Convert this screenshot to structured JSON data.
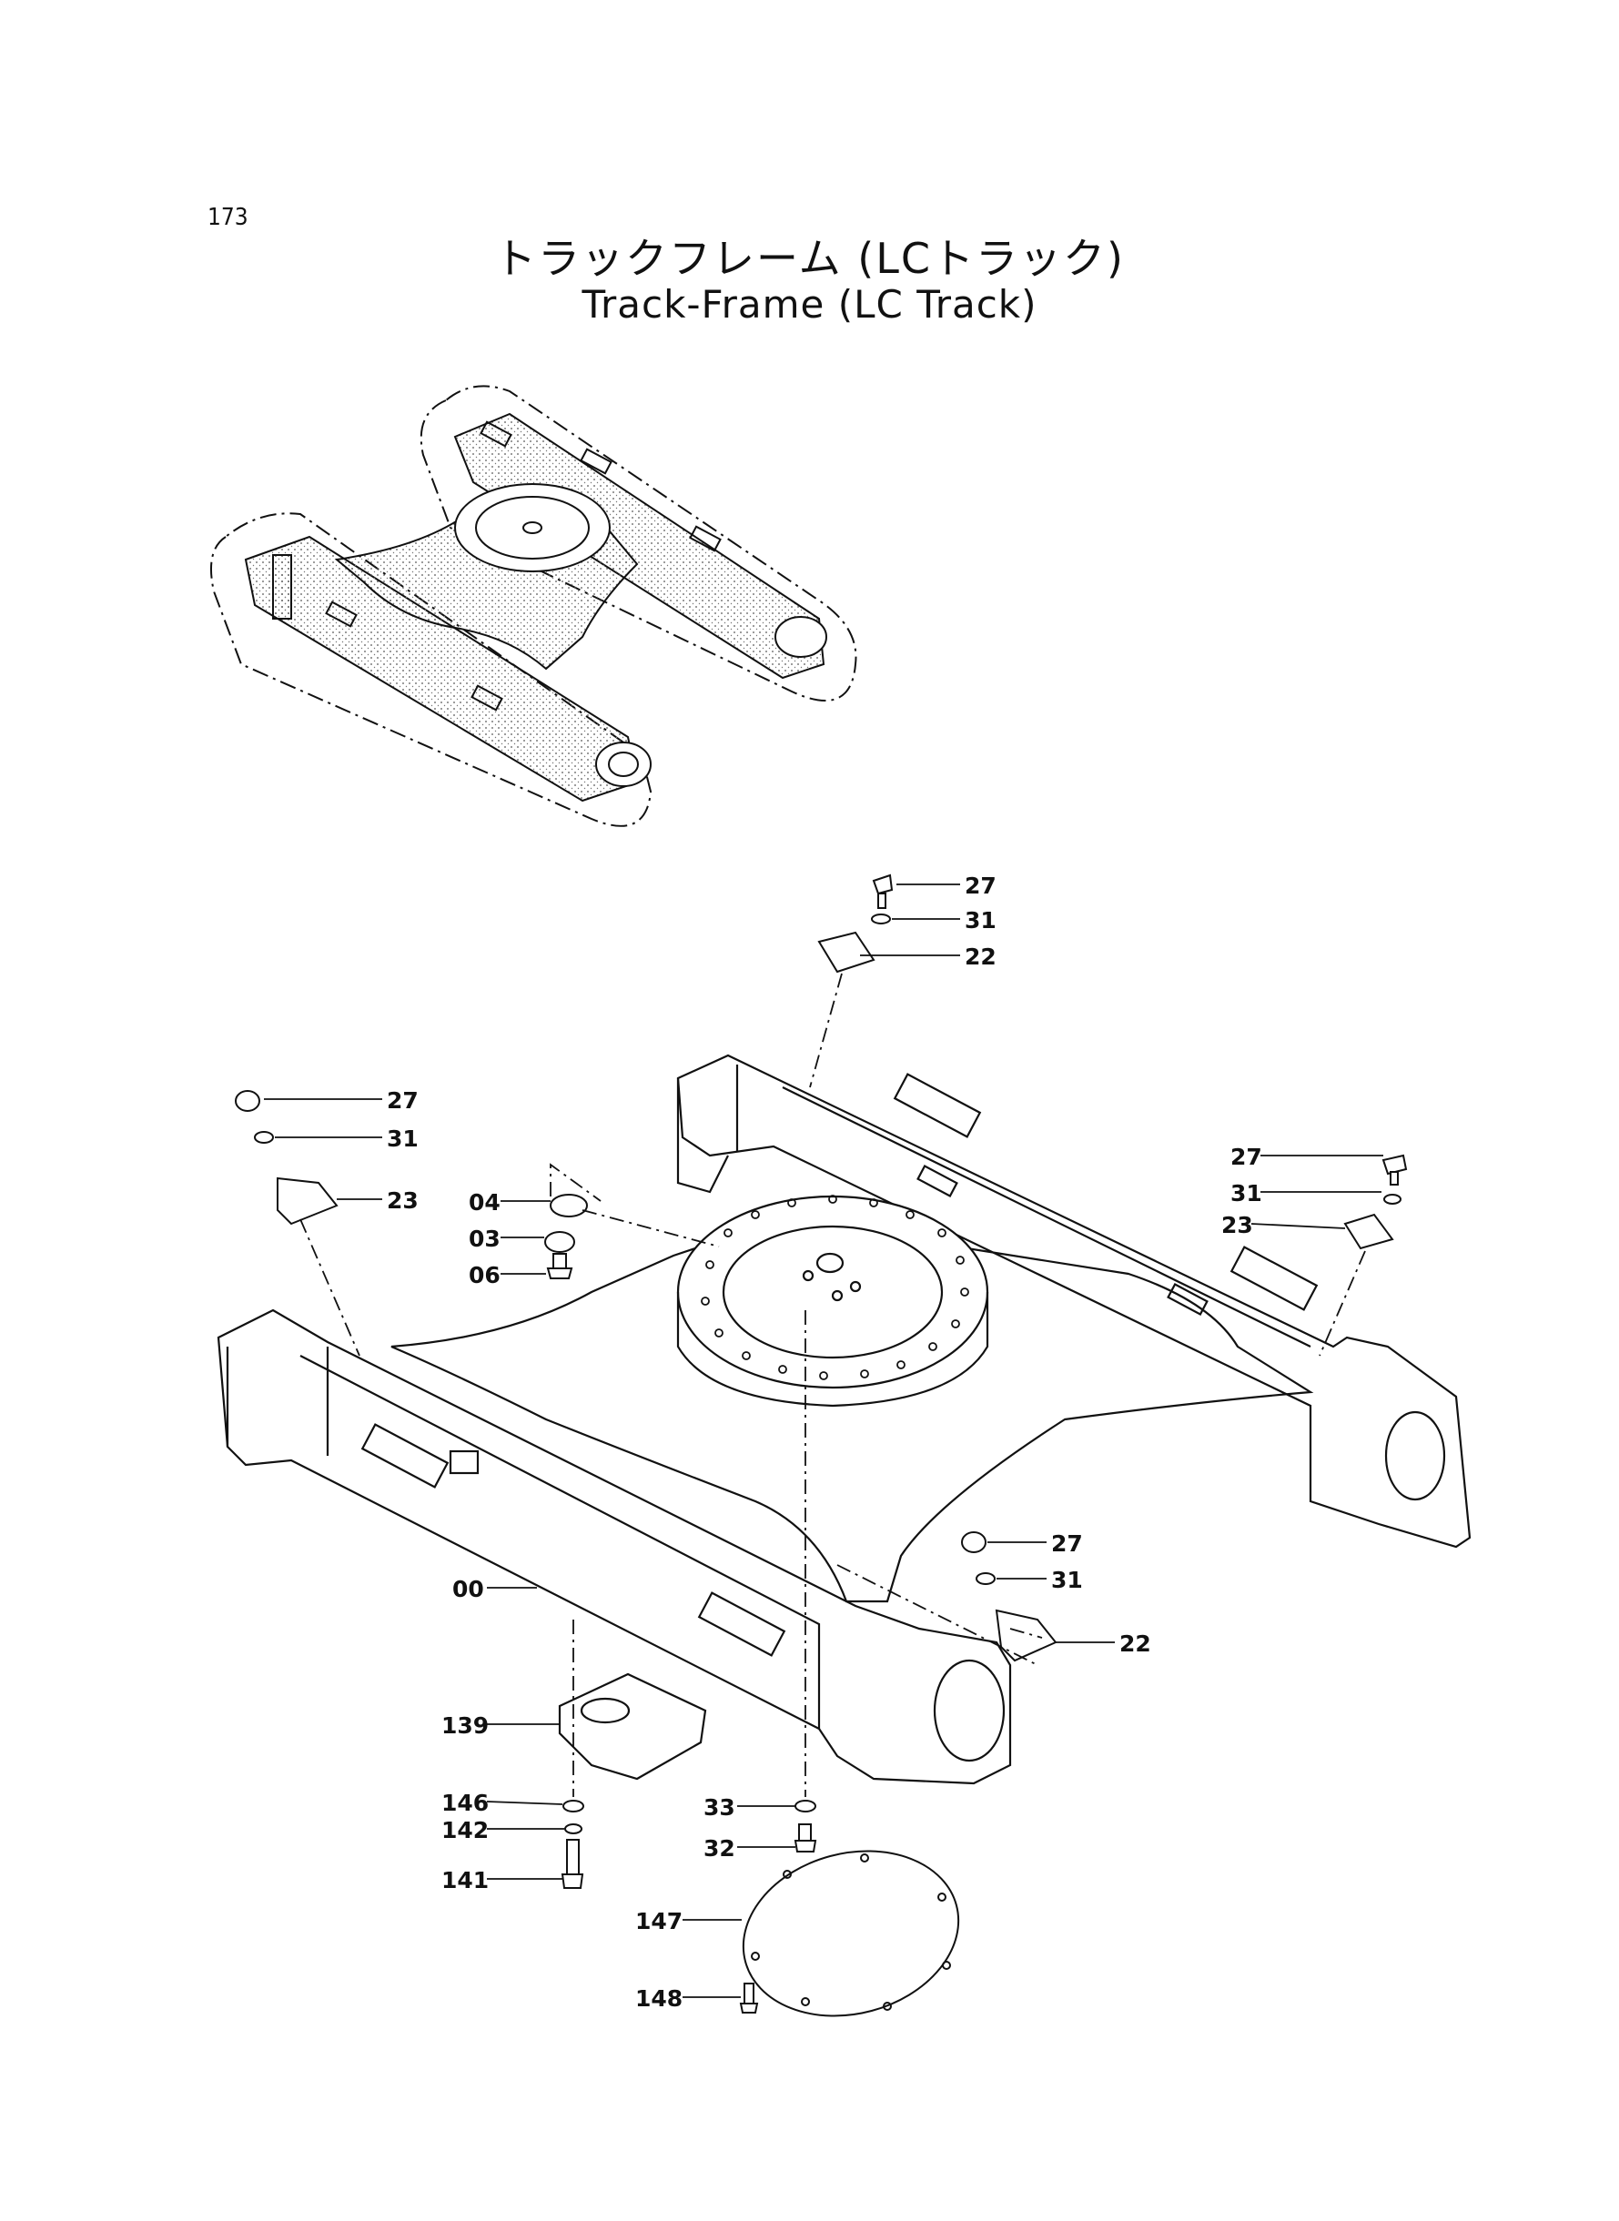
{
  "page_number": "173",
  "title_ja": "トラックフレーム (LCトラック)",
  "title_en": "Track-Frame (LC Track)",
  "callouts": [
    {
      "id": "c-27a",
      "label": "27"
    },
    {
      "id": "c-31a",
      "label": "31"
    },
    {
      "id": "c-22a",
      "label": "22"
    },
    {
      "id": "c-27b",
      "label": "27"
    },
    {
      "id": "c-31b",
      "label": "31"
    },
    {
      "id": "c-23a",
      "label": "23"
    },
    {
      "id": "c-27c",
      "label": "27"
    },
    {
      "id": "c-31c",
      "label": "31"
    },
    {
      "id": "c-23b",
      "label": "23"
    },
    {
      "id": "c-04",
      "label": "04"
    },
    {
      "id": "c-03",
      "label": "03"
    },
    {
      "id": "c-06",
      "label": "06"
    },
    {
      "id": "c-27d",
      "label": "27"
    },
    {
      "id": "c-31d",
      "label": "31"
    },
    {
      "id": "c-22b",
      "label": "22"
    },
    {
      "id": "c-00",
      "label": "00"
    },
    {
      "id": "c-139",
      "label": "139"
    },
    {
      "id": "c-146",
      "label": "146"
    },
    {
      "id": "c-142",
      "label": "142"
    },
    {
      "id": "c-141",
      "label": "141"
    },
    {
      "id": "c-33",
      "label": "33"
    },
    {
      "id": "c-32",
      "label": "32"
    },
    {
      "id": "c-147",
      "label": "147"
    },
    {
      "id": "c-148",
      "label": "148"
    }
  ]
}
